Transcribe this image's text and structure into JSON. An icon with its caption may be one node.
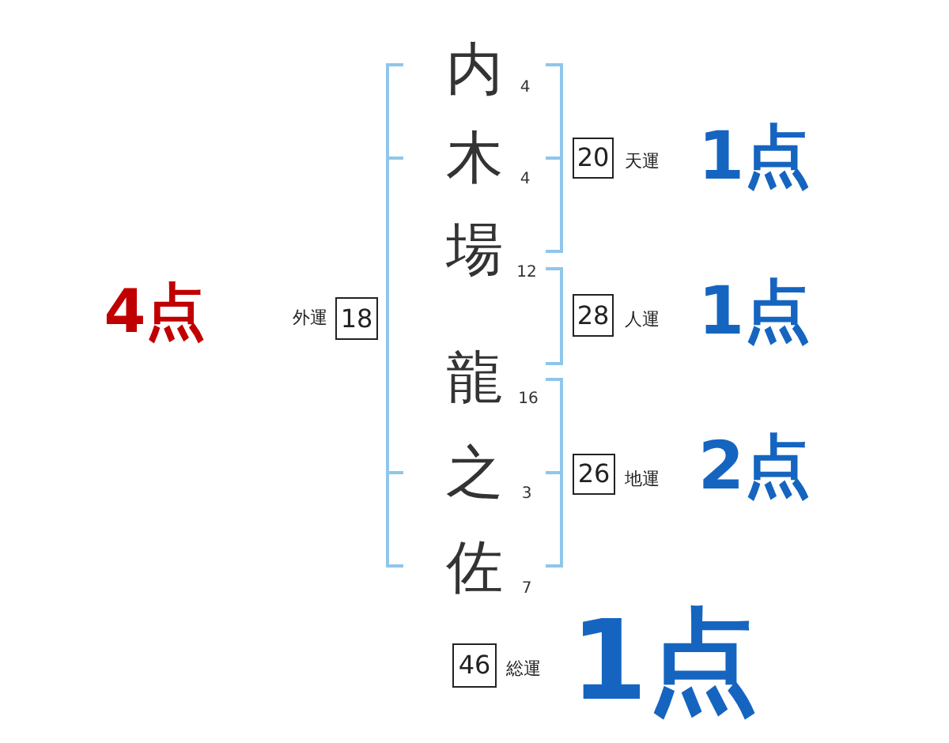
{
  "diagram": {
    "nodes": [
      {
        "text": [
          "18"
        ],
        "beside": [
          "外運"
        ]
      },
      {
        "text": [
          "20"
        ],
        "beside": [
          "天運"
        ]
      },
      {
        "text": [
          "28"
        ],
        "beside": [
          "人運"
        ]
      },
      {
        "text": [
          "26"
        ],
        "beside": [
          "地運"
        ]
      },
      {
        "text": [
          "46"
        ],
        "beside": [
          "総運"
        ]
      }
    ],
    "labels": [
      "内",
      "4",
      "木",
      "4",
      "場",
      "12",
      "龍",
      "16",
      "之",
      "3",
      "佐",
      "7",
      "4点",
      "1点",
      "1点",
      "2点",
      "1点"
    ]
  }
}
